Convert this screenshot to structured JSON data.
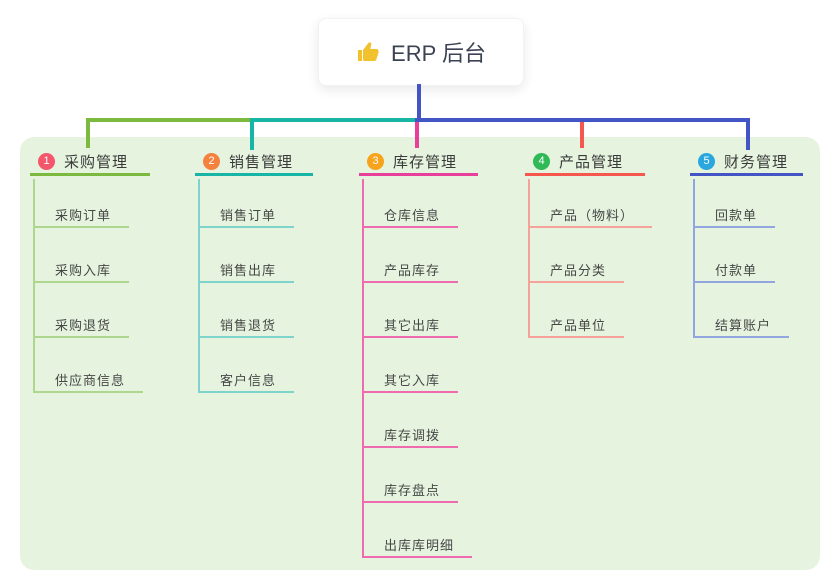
{
  "root": {
    "icon": "thumbs-up-icon",
    "icon_color": "#f2c12e",
    "label": "ERP 后台"
  },
  "connector": {
    "color": "#4355c4"
  },
  "panel_color": "#e6f4df",
  "branches": [
    {
      "num": "1",
      "label": "采购管理",
      "badge_color": "#f4576c",
      "color": "#7cba3f",
      "light_color": "#aed68f",
      "children": [
        "采购订单",
        "采购入库",
        "采购退货",
        "供应商信息"
      ]
    },
    {
      "num": "2",
      "label": "销售管理",
      "badge_color": "#f5813e",
      "color": "#17b5a6",
      "light_color": "#7ed4ca",
      "children": [
        "销售订单",
        "销售出库",
        "销售退货",
        "客户信息"
      ]
    },
    {
      "num": "3",
      "label": "库存管理",
      "badge_color": "#f7a31c",
      "color": "#e83f9b",
      "light_color": "#f06ab0",
      "children": [
        "仓库信息",
        "产品库存",
        "其它出库",
        "其它入库",
        "库存调拨",
        "库存盘点",
        "出库库明细"
      ]
    },
    {
      "num": "4",
      "label": "产品管理",
      "badge_color": "#2fba57",
      "color": "#f5564e",
      "light_color": "#f7a19b",
      "children": [
        "产品（物料）",
        "产品分类",
        "产品单位"
      ]
    },
    {
      "num": "5",
      "label": "财务管理",
      "badge_color": "#2aa7df",
      "color": "#4355c4",
      "light_color": "#93a5de",
      "children": [
        "回款单",
        "付款单",
        "结算账户"
      ]
    }
  ]
}
